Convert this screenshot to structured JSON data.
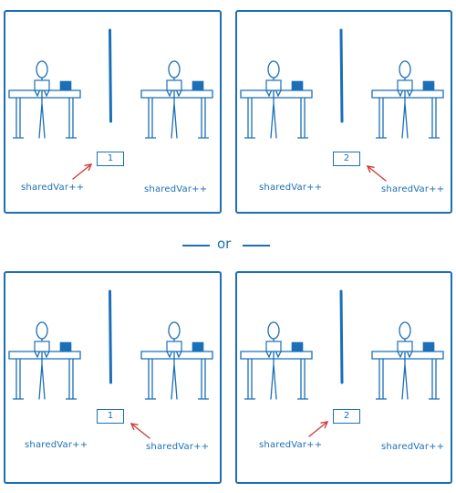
{
  "panels": [
    {
      "id": "top-left",
      "counter": "1",
      "left_label": "sharedVar++",
      "right_label": "sharedVar++",
      "arrow_from": "left"
    },
    {
      "id": "top-right",
      "counter": "2",
      "left_label": "sharedVar++",
      "right_label": "sharedVar++",
      "arrow_from": "right"
    },
    {
      "id": "bottom-left",
      "counter": "1",
      "left_label": "sharedVar++",
      "right_label": "sharedVar++",
      "arrow_from": "right"
    },
    {
      "id": "bottom-right",
      "counter": "2",
      "left_label": "sharedVar++",
      "right_label": "sharedVar++",
      "arrow_from": "left"
    }
  ],
  "separator": "or",
  "colors": {
    "ink": "#1a6fb8",
    "arrow": "#d23a3a"
  }
}
